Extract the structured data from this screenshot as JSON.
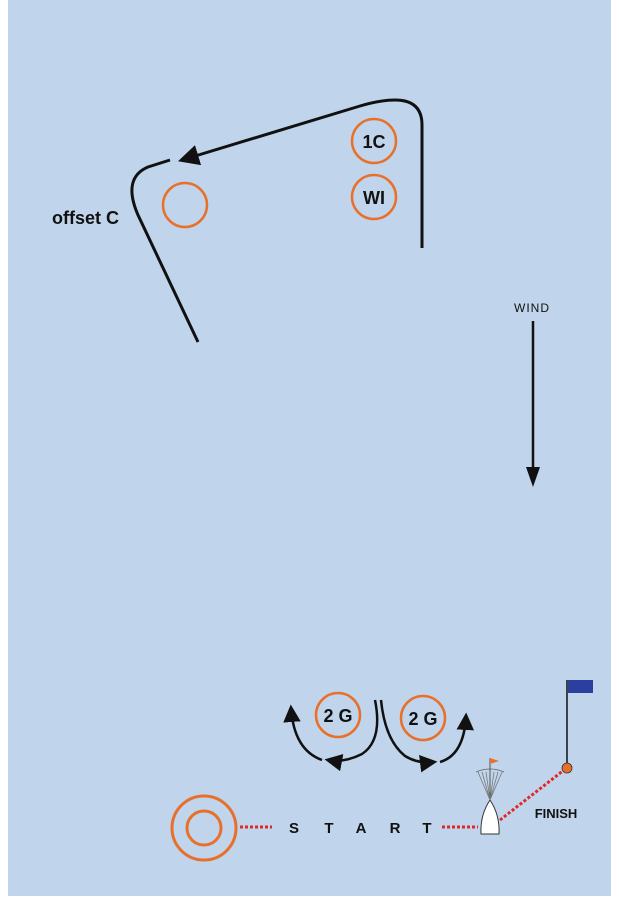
{
  "colors": {
    "background": "#c0d5ec",
    "mark": "#e8702a",
    "course_line": "#111111",
    "start_line": "#e0282a",
    "flag": "#2a3f9e"
  },
  "marks": {
    "one_c": "1C",
    "wi": "WI",
    "offset_c_label": "offset C",
    "gate_left": "2 G",
    "gate_right": "2 G"
  },
  "wind": {
    "label": "WIND",
    "icon": "arrow-down-icon"
  },
  "start_line": {
    "letters": [
      "S",
      "T",
      "A",
      "R",
      "T"
    ]
  },
  "finish": {
    "label": "FINISH",
    "icon": "flag-icon"
  },
  "committee_boat": {
    "icon": "boat-icon"
  }
}
